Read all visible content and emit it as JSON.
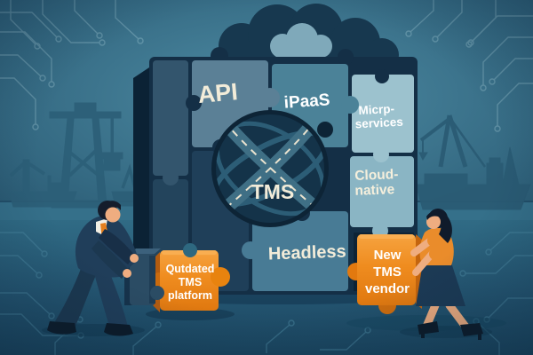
{
  "puzzle": {
    "pieces": [
      {
        "id": "api",
        "label": "API"
      },
      {
        "id": "ipaas",
        "label": "iPaaS"
      },
      {
        "id": "microservices",
        "label_line1": "Micrp-",
        "label_line2": "services"
      },
      {
        "id": "cloud-native",
        "label_line1": "Cloud-",
        "label_line2": "native"
      },
      {
        "id": "headless",
        "label": "Headless"
      }
    ],
    "center_label": "TMS"
  },
  "old_piece": {
    "line1": "Qutdated",
    "line2": "TMS",
    "line3": "platform"
  },
  "new_piece": {
    "line1": "New",
    "line2": "TMS",
    "line3": "vendor"
  },
  "colors": {
    "background_teal": "#2e647e",
    "ground_dark_teal": "#1b4661",
    "puzzle_slate_blue": "#5b8096",
    "puzzle_teal": "#4b8298",
    "puzzle_light_teal": "#9cc2ce",
    "puzzle_dark_navy": "#142f46",
    "globe_navy": "#143349",
    "accent_orange": "#ef8c1f",
    "label_cream": "#f2ecd9",
    "silhouette_teal": "#2c5f78"
  }
}
